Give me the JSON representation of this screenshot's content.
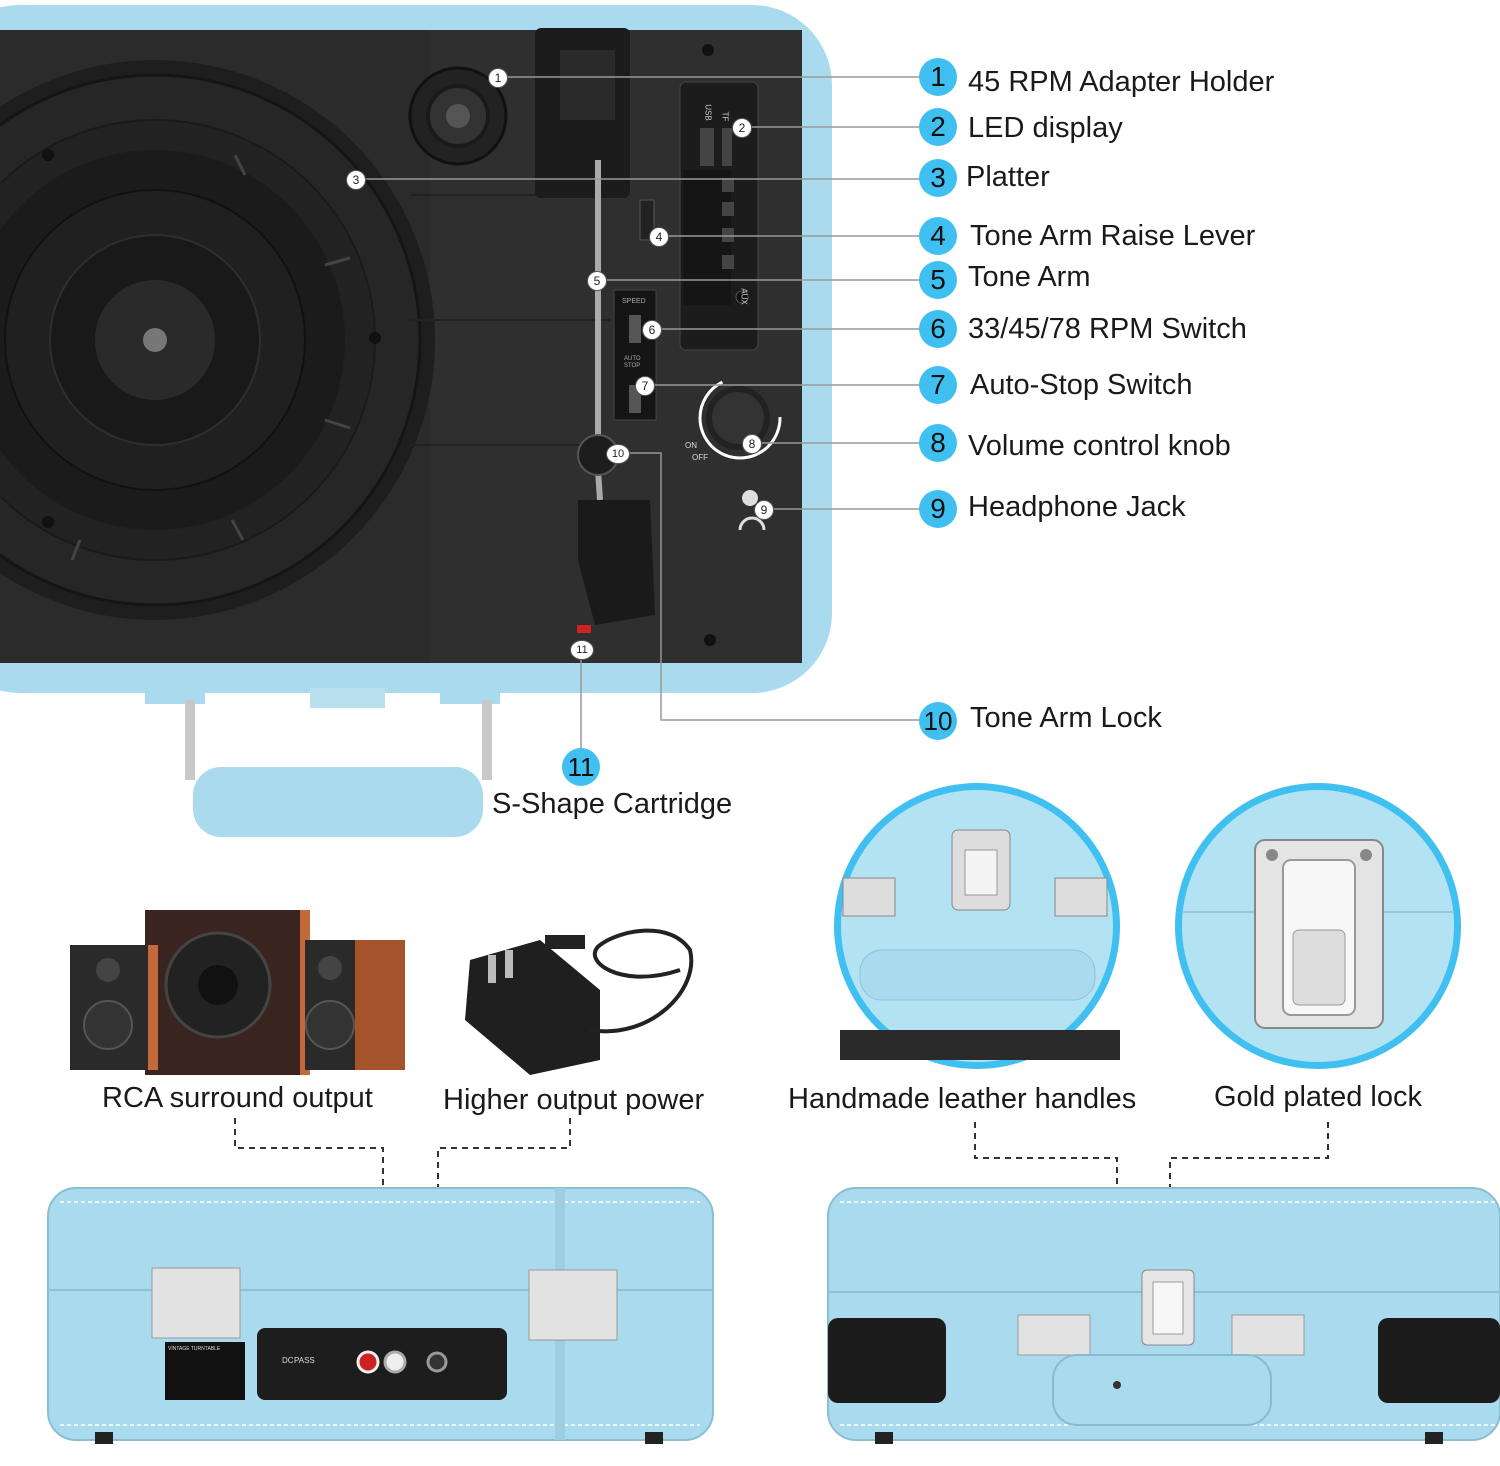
{
  "callouts": [
    {
      "num": "1",
      "label": "45 RPM Adapter Holder"
    },
    {
      "num": "2",
      "label": "LED display"
    },
    {
      "num": "3",
      "label": "Platter"
    },
    {
      "num": "4",
      "label": "Tone Arm Raise Lever"
    },
    {
      "num": "5",
      "label": "Tone Arm"
    },
    {
      "num": "6",
      "label": "33/45/78 RPM Switch"
    },
    {
      "num": "7",
      "label": "Auto-Stop Switch"
    },
    {
      "num": "8",
      "label": "Volume control knob"
    },
    {
      "num": "9",
      "label": "Headphone Jack"
    },
    {
      "num": "10",
      "label": "Tone Arm Lock"
    },
    {
      "num": "11",
      "label": "S-Shape Cartridge"
    }
  ],
  "features": {
    "rca": "RCA surround output",
    "power": "Higher output power",
    "handles": "Handmade leather handles",
    "lock": "Gold plated lock"
  },
  "panel": {
    "usb": "USB",
    "tf": "TF",
    "aux": "AUX",
    "speed": "SPEED",
    "auto_stop": "AUTO STOP",
    "on": "ON",
    "off": "OFF",
    "dc": "DC",
    "pass": "PASS",
    "label_title": "VINTAGE TURNTABLE"
  },
  "colors": {
    "accent": "#3fc0f0",
    "case": "#a9daee",
    "deck": "#2a2a2a"
  }
}
